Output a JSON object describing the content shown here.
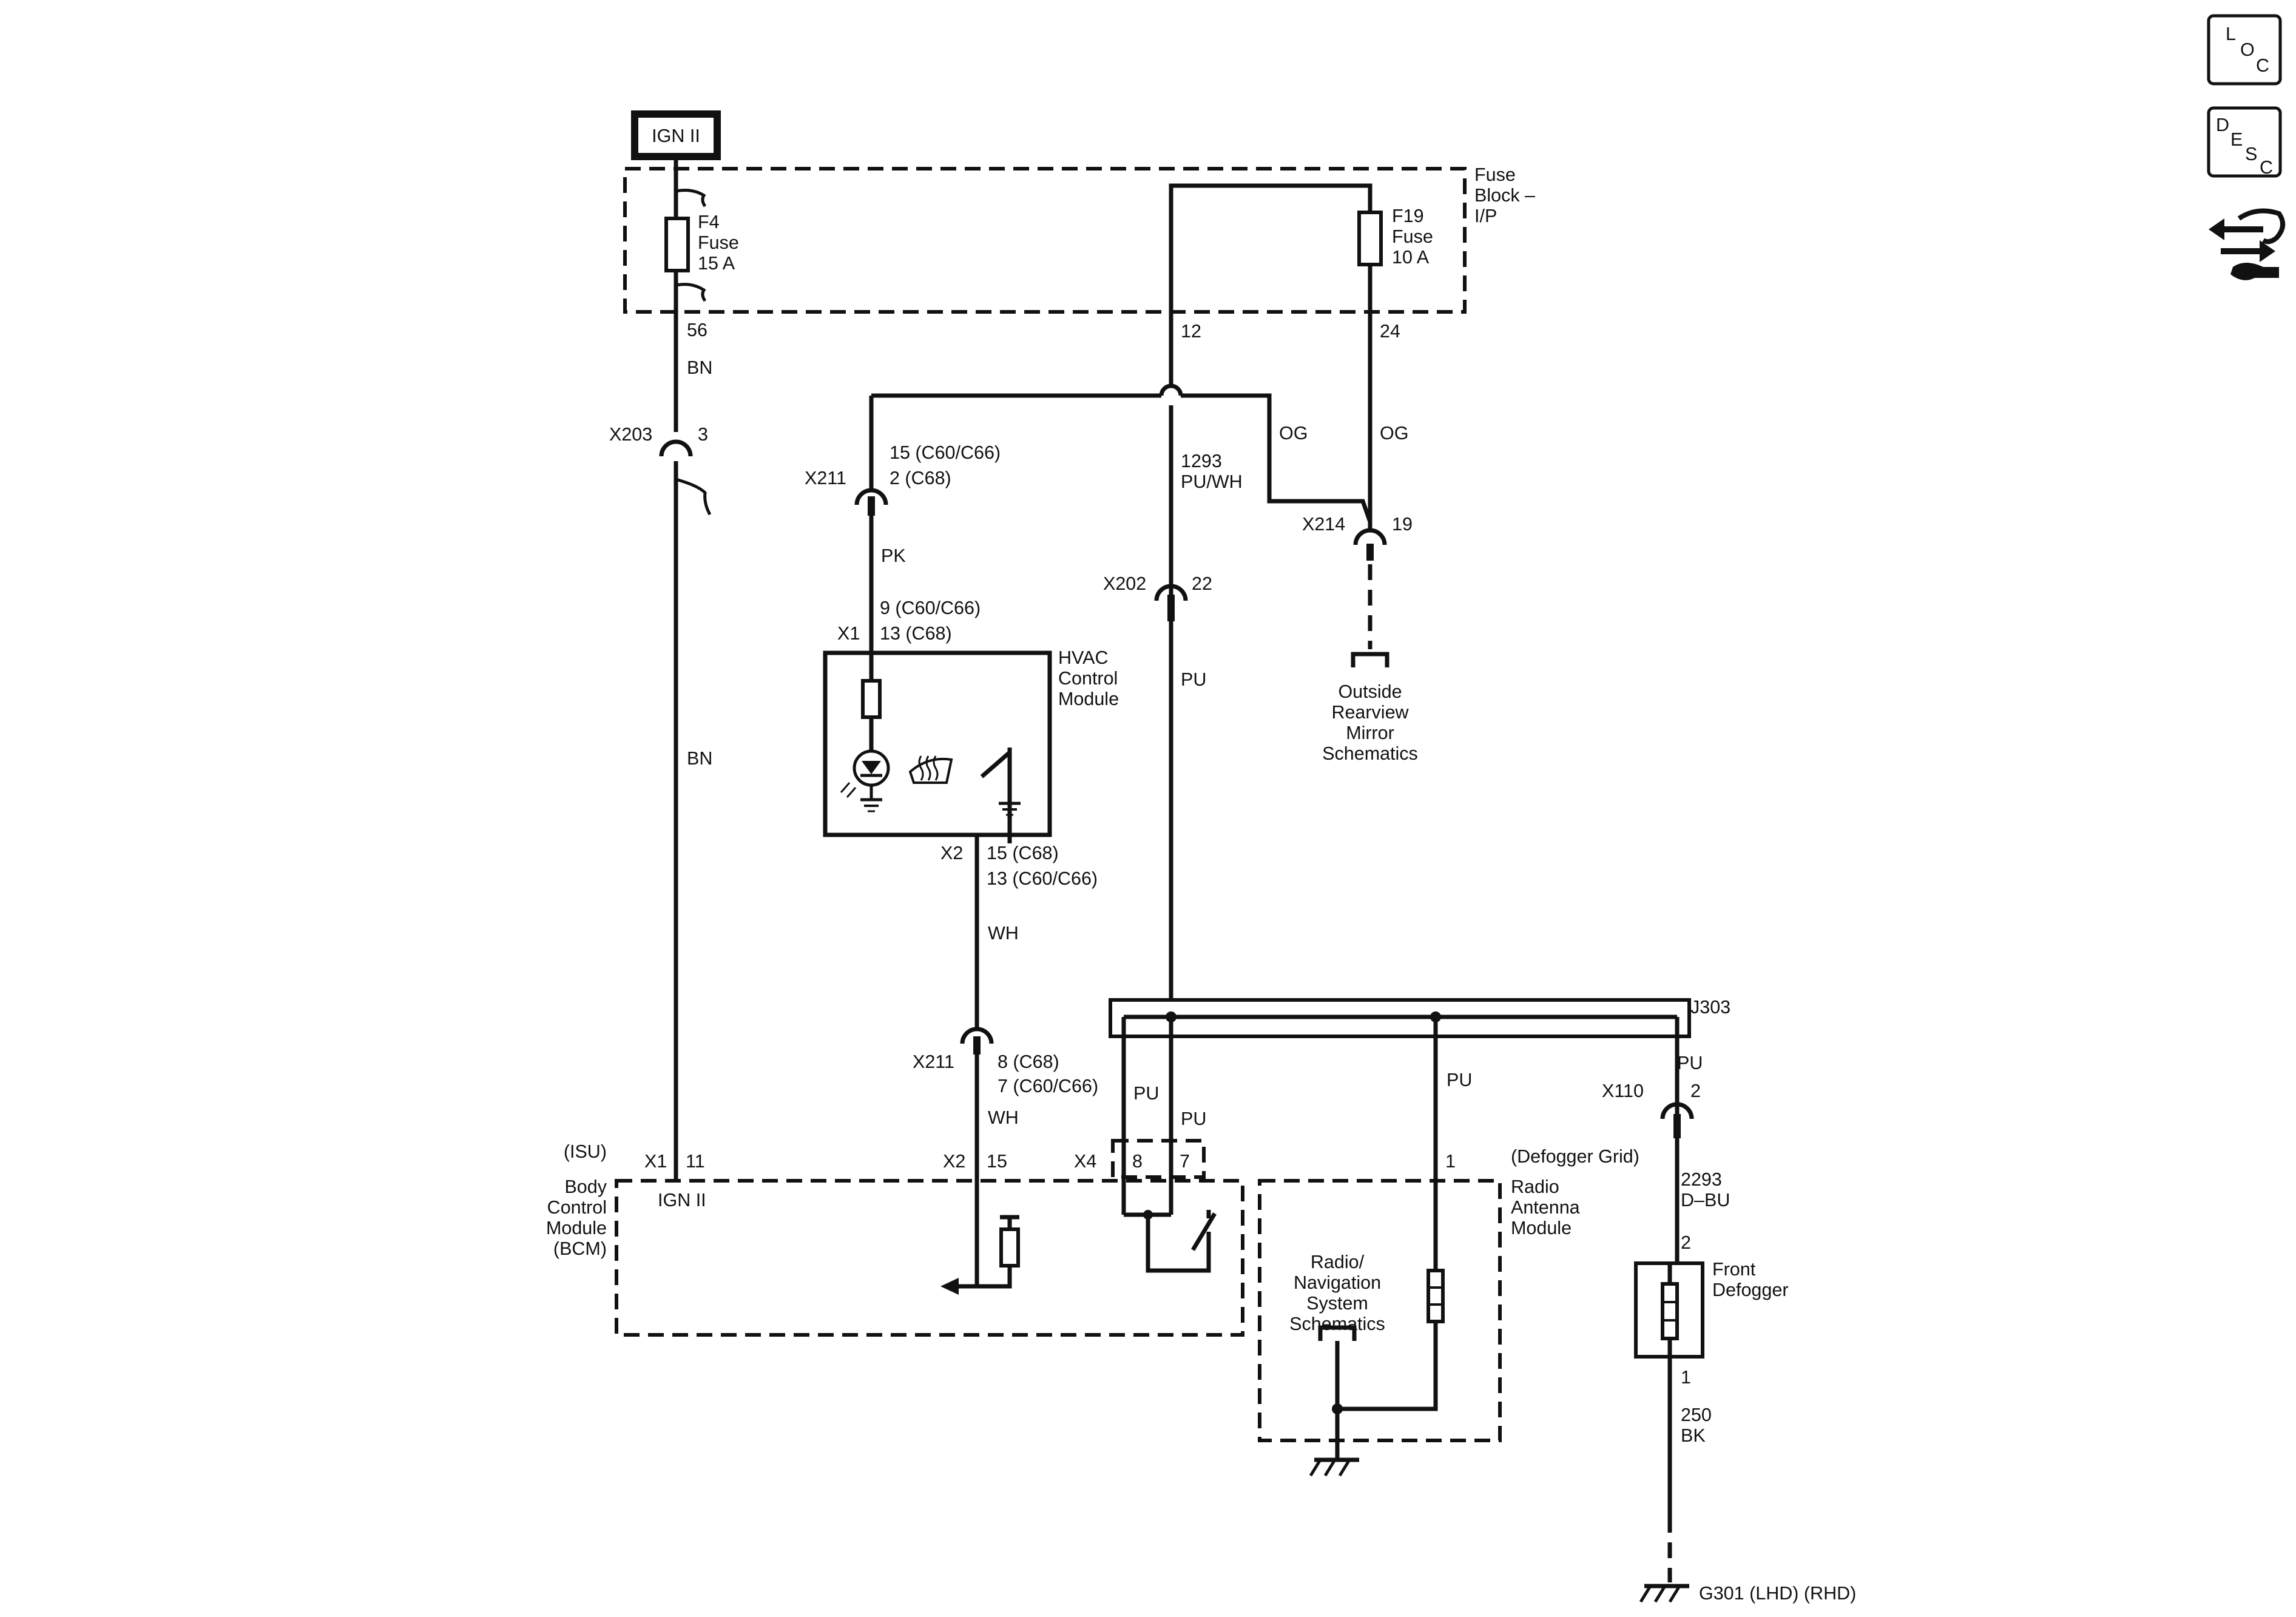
{
  "power": {
    "ign": "IGN II"
  },
  "fuse_block": {
    "line1": "Fuse",
    "line2": "Block –",
    "line3": "I/P"
  },
  "f4": {
    "name": "F4",
    "word": "Fuse",
    "rating": "15 A",
    "pin": "56"
  },
  "f19": {
    "name": "F19",
    "word": "Fuse",
    "rating": "10 A",
    "pin": "24"
  },
  "pins": {
    "p12": "12",
    "p24": "24"
  },
  "wires": {
    "bn_top": "BN",
    "bn_low": "BN",
    "og_left": "OG",
    "og_right": "OG",
    "circuit_1293": "1293",
    "puwh": "PU/WH",
    "pk": "PK",
    "pu_mid": "PU",
    "wh1": "WH",
    "wh2": "WH",
    "pu_a": "PU",
    "pu_b": "PU",
    "pu_c": "PU",
    "pu_d": "PU",
    "circuit_2293": "2293",
    "dbu": "D–BU",
    "circuit_250": "250",
    "bk": "BK"
  },
  "connectors": {
    "x203": "X203",
    "x203_pin": "3",
    "x211_top": "X211",
    "x211_top_p1": "15 (C60/C66)",
    "x211_top_p2": "2 (C68)",
    "x214": "X214",
    "x214_pin": "19",
    "x202": "X202",
    "x202_pin": "22",
    "x1_hvac": "X1",
    "x1_p1": "9 (C60/C66)",
    "x1_p2": "13 (C68)",
    "x2_hvac": "X2",
    "x2_p1": "15 (C68)",
    "x2_p2": "13 (C60/C66)",
    "x211_bot": "X211",
    "x211_bot_p1": "8 (C68)",
    "x211_bot_p2": "7 (C60/C66)",
    "j303": "J303",
    "x110": "X110",
    "x110_pin": "2",
    "bcm_x1": "X1",
    "bcm_x1_pin": "11",
    "bcm_x2": "X2",
    "bcm_x2_pin": "15",
    "bcm_x4": "X4",
    "bcm_x4_p8": "8",
    "bcm_x4_p7": "7",
    "antenna_pin": "1",
    "defog_p2": "2",
    "defog_p1": "1"
  },
  "modules": {
    "hvac": {
      "l1": "HVAC",
      "l2": "Control",
      "l3": "Module"
    },
    "bcm": {
      "isu": "(ISU)",
      "l1": "Body",
      "l2": "Control",
      "l3": "Module",
      "l4": "(BCM)",
      "ign": "IGN II"
    },
    "antenna": {
      "grid": "(Defogger Grid)",
      "l1": "Radio",
      "l2": "Antenna",
      "l3": "Module"
    },
    "radio_ref": {
      "l1": "Radio/",
      "l2": "Navigation",
      "l3": "System",
      "l4": "Schematics"
    },
    "mirror_ref": {
      "l1": "Outside",
      "l2": "Rearview",
      "l3": "Mirror",
      "l4": "Schematics"
    },
    "defogger": {
      "l1": "Front",
      "l2": "Defogger"
    },
    "ground": "G301 (LHD) (RHD)"
  },
  "nav_icons": {
    "loc": {
      "l": "L",
      "o": "O",
      "c": "C"
    },
    "desc": {
      "d": "D",
      "e": "E",
      "s": "S",
      "c": "C"
    }
  }
}
